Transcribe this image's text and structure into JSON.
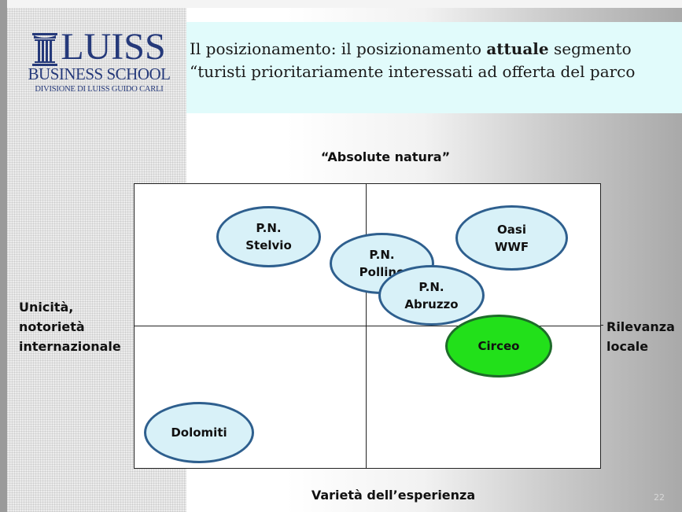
{
  "logo": {
    "wordmark": "LUISS",
    "line2": "BUSINESS SCHOOL",
    "line3": "DIVISIONE DI LUISS GUIDO CARLI",
    "color": "#25397a",
    "icon": "column-icon"
  },
  "title": {
    "prefix": "Il posizionamento: il posizionamento ",
    "bold": "attuale",
    "rest": " segmento “turisti prioritariamente interessati ad offerta del parco"
  },
  "matrix": {
    "top_label": "“Absolute natura”",
    "bottom_label": "Varietà dell’esperienza",
    "left_label": "Unicità, notorietà internazionale",
    "right_label": "Rilevanza locale",
    "bubbles": [
      {
        "label": "P.N.\nStelvio"
      },
      {
        "label": "P.N.\nPollino"
      },
      {
        "label": "Oasi\nWWF"
      },
      {
        "label": "P.N.\nAbruzzo"
      },
      {
        "label": "Circeo",
        "highlight_color": "#22e01a"
      },
      {
        "label": "Dolomiti"
      }
    ]
  },
  "page_number": "22",
  "colors": {
    "title_band": "#e1fbfb",
    "bubble_fill": "#d8f1f8",
    "bubble_border": "#2e5f8e"
  }
}
